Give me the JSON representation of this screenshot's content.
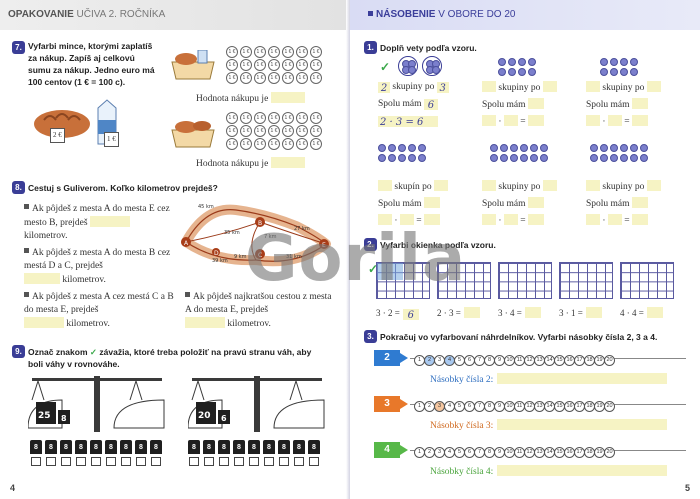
{
  "left": {
    "header": {
      "bold": "OPAKOVANIE",
      "rest": "UČIVA 2. ROČNÍKA"
    },
    "ex7": {
      "number": "7.",
      "text": "Vyfarbi mince, ktorými zaplatíš za nákup. Zapíš aj celkovú sumu za nákup. Jedno euro má 100 centov (1 € = 100 c).",
      "price1": "2 €",
      "price2": "1 €",
      "value_label": "Hodnota nákupu je",
      "coin_label": "1 €"
    },
    "ex8": {
      "number": "8.",
      "text": "Cestuj s Guliverom. Koľko kilometrov prejdeš?",
      "items": [
        "Ak pôjdeš z mesta A do mesta E cez mesto B, prejdeš",
        "Ak pôjdeš z mesta A do mesta B cez mestá D a C, prejdeš",
        "Ak pôjdeš z mesta A cez mestá C a B do mesta E, prejdeš",
        "Ak pôjdeš najkratšou cestou z mesta A do mesta E, prejdeš"
      ],
      "unit": "kilometrov.",
      "map_labels": [
        "A",
        "B",
        "C",
        "D",
        "E"
      ],
      "distances": [
        "45 km",
        "35 km",
        "7 km",
        "27 km",
        "39 km",
        "31 km",
        "9 km"
      ]
    },
    "ex9": {
      "number": "9.",
      "text_a": "Označ znakom",
      "text_b": "závažia, ktoré treba položiť na pravú stranu váh, aby boli váhy v rovnováhe.",
      "scale1": [
        "25",
        "8"
      ],
      "scale2": [
        "20",
        "6"
      ],
      "weight_label": "8"
    },
    "page_number": "4"
  },
  "right": {
    "header": {
      "bold": "NÁSOBENIE",
      "rest": "V OBORE DO 20"
    },
    "ex1": {
      "number": "1.",
      "text": "Doplň vety podľa vzoru.",
      "groups_label": "skupiny po",
      "groups_label2": "skupín po",
      "total_label": "Spolu mám",
      "example": {
        "groups": "2",
        "per": "3",
        "total": "6",
        "eq": "2 · 3 = 6"
      }
    },
    "ex2": {
      "number": "2.",
      "text": "Vyfarbi okienka podľa vzoru.",
      "equations": [
        "3 · 2 =",
        "2 · 3 =",
        "3 · 4 =",
        "3 · 1 =",
        "4 · 4 ="
      ],
      "first_answer": "6"
    },
    "ex3": {
      "number": "3.",
      "text": "Pokračuj vo vyfarbovaní náhrdelníkov. Vyfarbi násobky čísla 2, 3 a 4.",
      "rows": [
        {
          "tag": "2",
          "color": "#2f7bd1",
          "label": "Násobky čísla 2:",
          "label_color": "#2f6fc0"
        },
        {
          "tag": "3",
          "color": "#e8782a",
          "label": "Násobky čísla 3:",
          "label_color": "#d06a20"
        },
        {
          "tag": "4",
          "color": "#57b848",
          "label": "Násobky čísla 4:",
          "label_color": "#4aa43c"
        }
      ]
    },
    "page_number": "5"
  },
  "watermark": "Gorila"
}
